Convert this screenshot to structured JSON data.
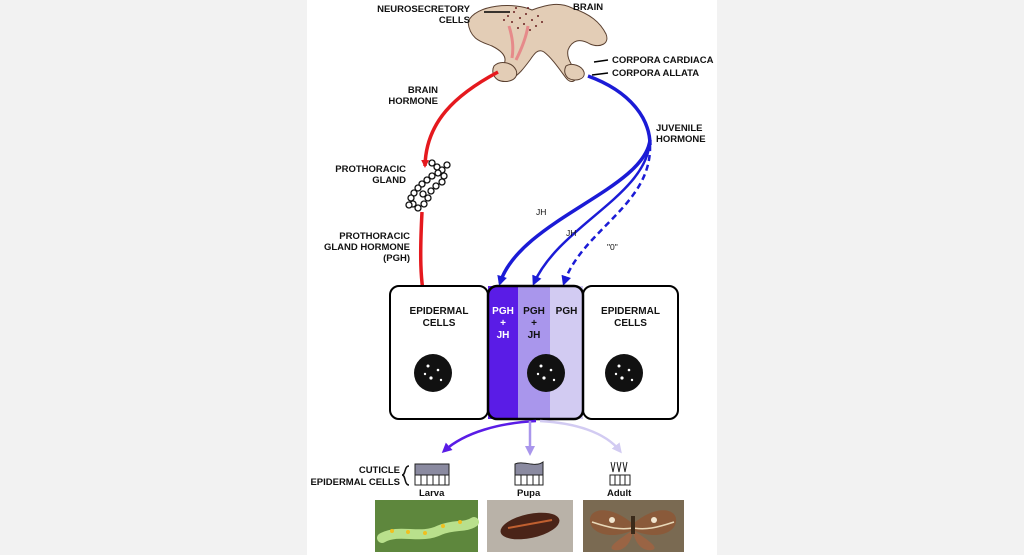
{
  "labels": {
    "neurosecretory": [
      "NEUROSECRETORY",
      "CELLS"
    ],
    "brain": "BRAIN",
    "corpora_cardiaca": "CORPORA CARDIACA",
    "corpora_allata": "CORPORA ALLATA",
    "brain_hormone": [
      "BRAIN",
      "HORMONE"
    ],
    "juvenile_hormone": [
      "JUVENILE",
      "HORMONE"
    ],
    "prothoracic_gland": [
      "PROTHORACIC",
      "GLAND"
    ],
    "pgh": [
      "PROTHORACIC",
      "GLAND HORMONE",
      "(PGH)"
    ],
    "jh_1": "JH",
    "jh_2": "JH",
    "zero": "\"0\""
  },
  "cells": {
    "left": [
      "EPIDERMAL",
      "CELLS"
    ],
    "right": [
      "EPIDERMAL",
      "CELLS"
    ],
    "strip1": [
      "PGH",
      "+",
      "JH"
    ],
    "strip2": [
      "PGH",
      "+",
      "JH"
    ],
    "strip3": "PGH"
  },
  "outcomes": {
    "cuticle": "CUTICLE",
    "epidermal": "EPIDERMAL CELLS",
    "larva": "Larva",
    "pupa": "Pupa",
    "adult": "Adult"
  },
  "colors": {
    "red": "#e5191e",
    "blue": "#1b1bd6",
    "strip1": "#5a1ce6",
    "strip2": "#a996ec",
    "strip3": "#d2cbf2"
  }
}
